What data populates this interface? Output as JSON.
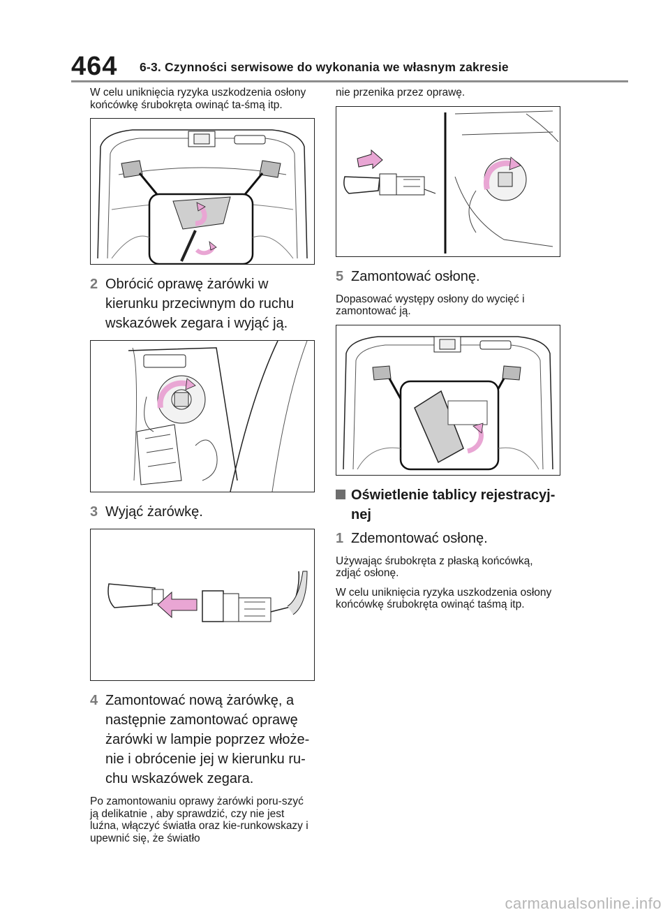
{
  "header": {
    "page_number": "464",
    "section_title": "6-3. Czynności serwisowe do wykonania we własnym zakresie"
  },
  "left": {
    "intro_note": "W celu uniknięcia ryzyka uszkodzenia osłony końcówkę śrubokręta owinąć ta-śmą itp.",
    "step2": {
      "number": "2",
      "text": "Obrócić oprawę żarówki w kierunku przeciwnym do ruchu wskazówek zegara i wyjąć ją."
    },
    "step3": {
      "number": "3",
      "text": "Wyjąć żarówkę."
    },
    "step4": {
      "number": "4",
      "text": "Zamontować nową żarówkę, a następnie zamontować oprawę żarówki w lampie poprzez włoże-nie i obrócenie jej w kierunku ru-chu wskazówek zegara."
    },
    "step4_note": "Po zamontowaniu oprawy żarówki poru-szyć ją delikatnie , aby sprawdzić, czy nie jest luźna, włączyć światła oraz kie-runkowskazy i upewnić się, że światło"
  },
  "right": {
    "continued_note": "nie przenika przez oprawę.",
    "step5": {
      "number": "5",
      "text": "Zamontować osłonę."
    },
    "step5_note": "Dopasować występy osłony do wycięć i zamontować ją.",
    "section_heading": "Oświetlenie tablicy rejestracyj-nej",
    "step1": {
      "number": "1",
      "text": "Zdemontować osłonę."
    },
    "step1_note1": "Używając śrubokręta z płaską końcówką, zdjąć osłonę.",
    "step1_note2": "W celu uniknięcia ryzyka uszkodzenia osłony końcówkę śrubokręta owinąć taśmą itp."
  },
  "footer": {
    "watermark": "carmanualsonline.info"
  },
  "colors": {
    "arrow_pink": "#e9a6d4",
    "step_number_gray": "#7a7a7a",
    "rule_gray": "#8c8c8c"
  }
}
